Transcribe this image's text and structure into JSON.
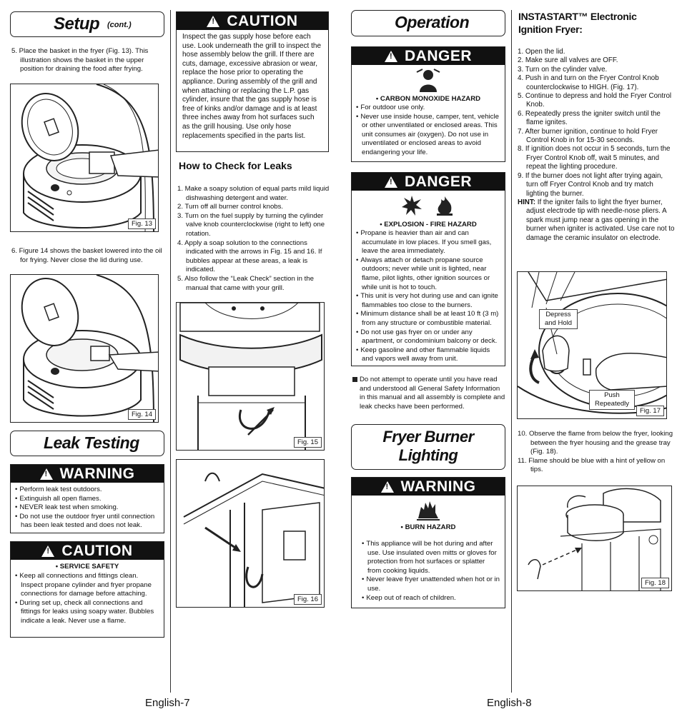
{
  "left_page": {
    "setup_title": "Setup",
    "setup_cont": "(cont.)",
    "step5": "5.  Place the basket in the fryer (Fig. 13).  This illustration shows the basket in the upper position for draining the food after frying.",
    "fig13": "Fig. 13",
    "step6": "6.  Figure 14 shows the basket lowered into the oil for frying.  Never close the lid during use.",
    "fig14": "Fig. 14",
    "leak_title": "Leak Testing",
    "warning_header": "WARNING",
    "warning_items": [
      "Perform leak test outdoors.",
      "Extinguish all open flames.",
      "NEVER leak test when smoking.",
      "Do not use the outdoor fryer until connection has been leak tested and does not leak."
    ],
    "caution_header": "CAUTION",
    "caution_hazard": "• SERVICE SAFETY",
    "caution_items": [
      "Keep all connections and fittings clean. Inspect propane cylinder and fryer propane connections for damage before attaching.",
      "During set up, check all connections and fittings for leaks using soapy water. Bubbles indicate a leak. Never use a flame."
    ],
    "caution2_header": "CAUTION",
    "caution2_text": "Inspect the gas supply hose before each use. Look underneath the grill to inspect the hose assembly below the grill.  If there are cuts, damage, excessive abrasion or wear, replace the hose prior to operating the appliance.  During assembly of the grill and when attaching or replacing the L.P. gas cylinder, insure that the gas supply hose is free of kinks and/or damage and is at least three inches away from hot surfaces such as the grill housing.  Use only hose replacements specified in the parts list.",
    "check_title": "How to Check for Leaks",
    "check_steps": [
      "1.  Make a soapy solution of equal parts mild liquid dishwashing detergent and water.",
      "2.  Turn off all burner control knobs.",
      "3.  Turn on the fuel supply by turning the cylinder valve knob counterclockwise (right to left) one rotation.",
      "4.  Apply a soap solution to the connections indicated with the arrows in Fig. 15 and 16.  If bubbles appear at these areas, a leak is indicated.",
      "5.  Also follow the “Leak Check” section in the manual that came with your grill."
    ],
    "fig15": "Fig. 15",
    "fig16": "Fig. 16",
    "footer": "English-7"
  },
  "right_page": {
    "operation_title": "Operation",
    "danger1_header": "DANGER",
    "danger1_hazard": "• CARBON MONOXIDE HAZARD",
    "danger1_items": [
      "For outdoor use only.",
      "Never use inside house, camper, tent, vehicle or other unventilated or enclosed areas. This unit consumes air (oxygen). Do not use in unventilated or enclosed areas to avoid endangering your life."
    ],
    "danger2_header": "DANGER",
    "danger2_hazard": "• EXPLOSION - FIRE HAZARD",
    "danger2_items": [
      "Propane is heavier than air and can accumulate in low places. If you smell gas, leave the area immediately.",
      "Always attach or detach propane source outdoors; never while unit is lighted, near flame, pilot lights, other ignition sources or while unit is hot to touch.",
      "This unit is very hot during use and can ignite flammables too close to the burners.",
      "Minimum distance shall be at least 10 ft (3 m) from any structure or combustible material.",
      "Do not use gas fryer on or under any apartment, or condominium balcony or deck.",
      "Keep gasoline and other flammable liquids and vapors well away from unit."
    ],
    "notice": "Do not attempt to operate until you have read and understood all General Safety Information in this manual and all assembly is complete and leak checks have been performed.",
    "lighting_title_1": "Fryer Burner",
    "lighting_title_2": "Lighting",
    "warning2_header": "WARNING",
    "warning2_hazard": "• BURN HAZARD",
    "warning2_items": [
      "This appliance will be hot during and after use.  Use insulated oven mitts or gloves for protection from hot surfaces or splatter from cooking liquids.",
      "Never leave fryer unattended when hot or in use.",
      "Keep out of reach of children."
    ],
    "instastart_title": "INSTASTART™ Electronic Ignition Fryer:",
    "insta_steps": [
      "1. Open the lid.",
      "2. Make sure all valves are OFF.",
      "3. Turn on the cylinder valve.",
      "4. Push in and turn on the Fryer Control Knob counterclockwise to HIGH. (Fig. 17).",
      "5. Continue to depress and hold the Fryer Control Knob.",
      "6. Repeatedly press the igniter switch until the flame ignites.",
      "7. After burner ignition, continue to hold Fryer Control Knob in for 15-30 seconds.",
      "8. If ignition does not occur in 5 seconds, turn the Fryer Control Knob off, wait 5 minutes, and repeat the lighting procedure.",
      "9. If the burner does not light after trying again, turn off Fryer Control Knob and try match lighting the burner."
    ],
    "hint_label": "HINT:",
    "hint_text": " If the igniter fails to light the fryer burner, adjust electrode tip with needle-nose pliers.  A spark must jump near a gas opening in the burner when igniter is activated.  Use care not to damage the ceramic insulator on electrode.",
    "fig17": "Fig. 17",
    "fig17_depress": "Depress and Hold",
    "fig17_push": "Push Repeatedly",
    "step10": "10. Observe the flame from below the fryer, looking between the fryer housing and the grease tray (Fig. 18).",
    "step11": "11. Flame should be blue with a hint of yellow on tips.",
    "fig18": "Fig. 18",
    "footer": "English-8"
  }
}
